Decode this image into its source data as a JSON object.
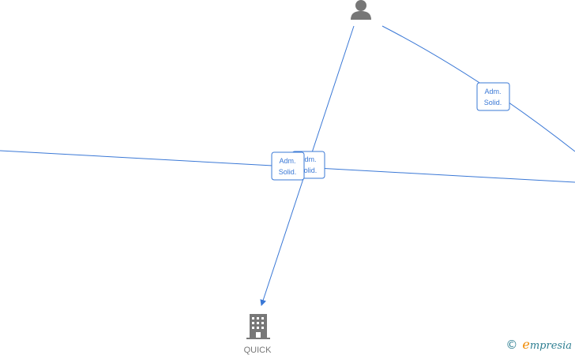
{
  "nodes": {
    "person": {
      "icon": "person-icon"
    },
    "company": {
      "icon": "building-icon",
      "label": "QUICK"
    }
  },
  "edges": {
    "person_to_company": {
      "label_line1": "Adm.",
      "label_line2": "Solid."
    },
    "person_to_right": {
      "label_line1": "Adm.",
      "label_line2": "Solid."
    },
    "left_to_right": {
      "label_line1": "Adm.",
      "label_line2": "Solid."
    }
  },
  "brand": {
    "copyright": "©",
    "first_letter": "e",
    "rest": "mpresia"
  },
  "colors": {
    "edge": "#3a78d6",
    "icon": "#777777",
    "brand": "#2f7f92",
    "brand_accent": "#f08a00"
  }
}
